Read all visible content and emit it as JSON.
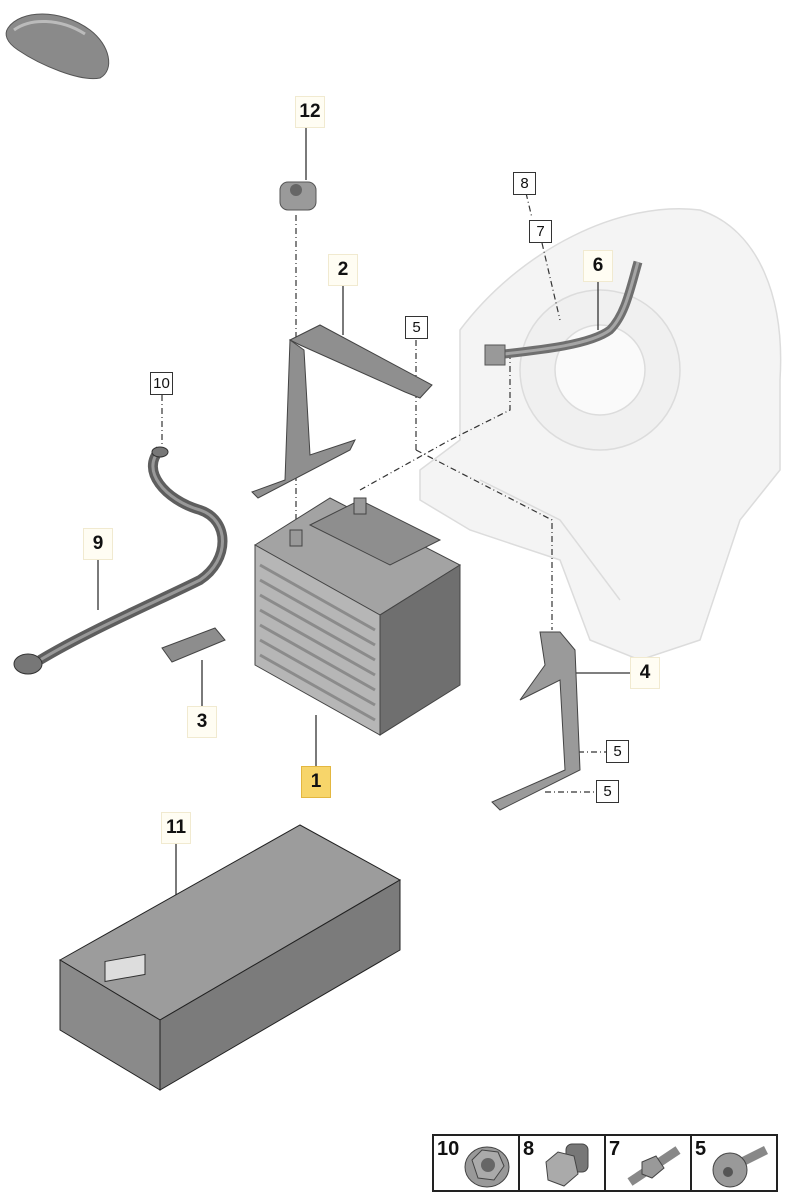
{
  "diagram": {
    "callouts": [
      {
        "number": "12",
        "style": "main"
      },
      {
        "number": "2",
        "style": "main"
      },
      {
        "number": "5",
        "style": "sub"
      },
      {
        "number": "8",
        "style": "sub"
      },
      {
        "number": "7",
        "style": "sub"
      },
      {
        "number": "6",
        "style": "main"
      },
      {
        "number": "10",
        "style": "sub"
      },
      {
        "number": "9",
        "style": "main"
      },
      {
        "number": "3",
        "style": "main"
      },
      {
        "number": "1",
        "style": "highlighted"
      },
      {
        "number": "4",
        "style": "main"
      },
      {
        "number": "5",
        "style": "sub"
      },
      {
        "number": "5",
        "style": "sub"
      },
      {
        "number": "11",
        "style": "main"
      }
    ],
    "legend": [
      {
        "number": "10",
        "part": "flange-nut"
      },
      {
        "number": "8",
        "part": "hex-bolt"
      },
      {
        "number": "7",
        "part": "stud-bolt"
      },
      {
        "number": "5",
        "part": "torx-screw"
      }
    ]
  }
}
